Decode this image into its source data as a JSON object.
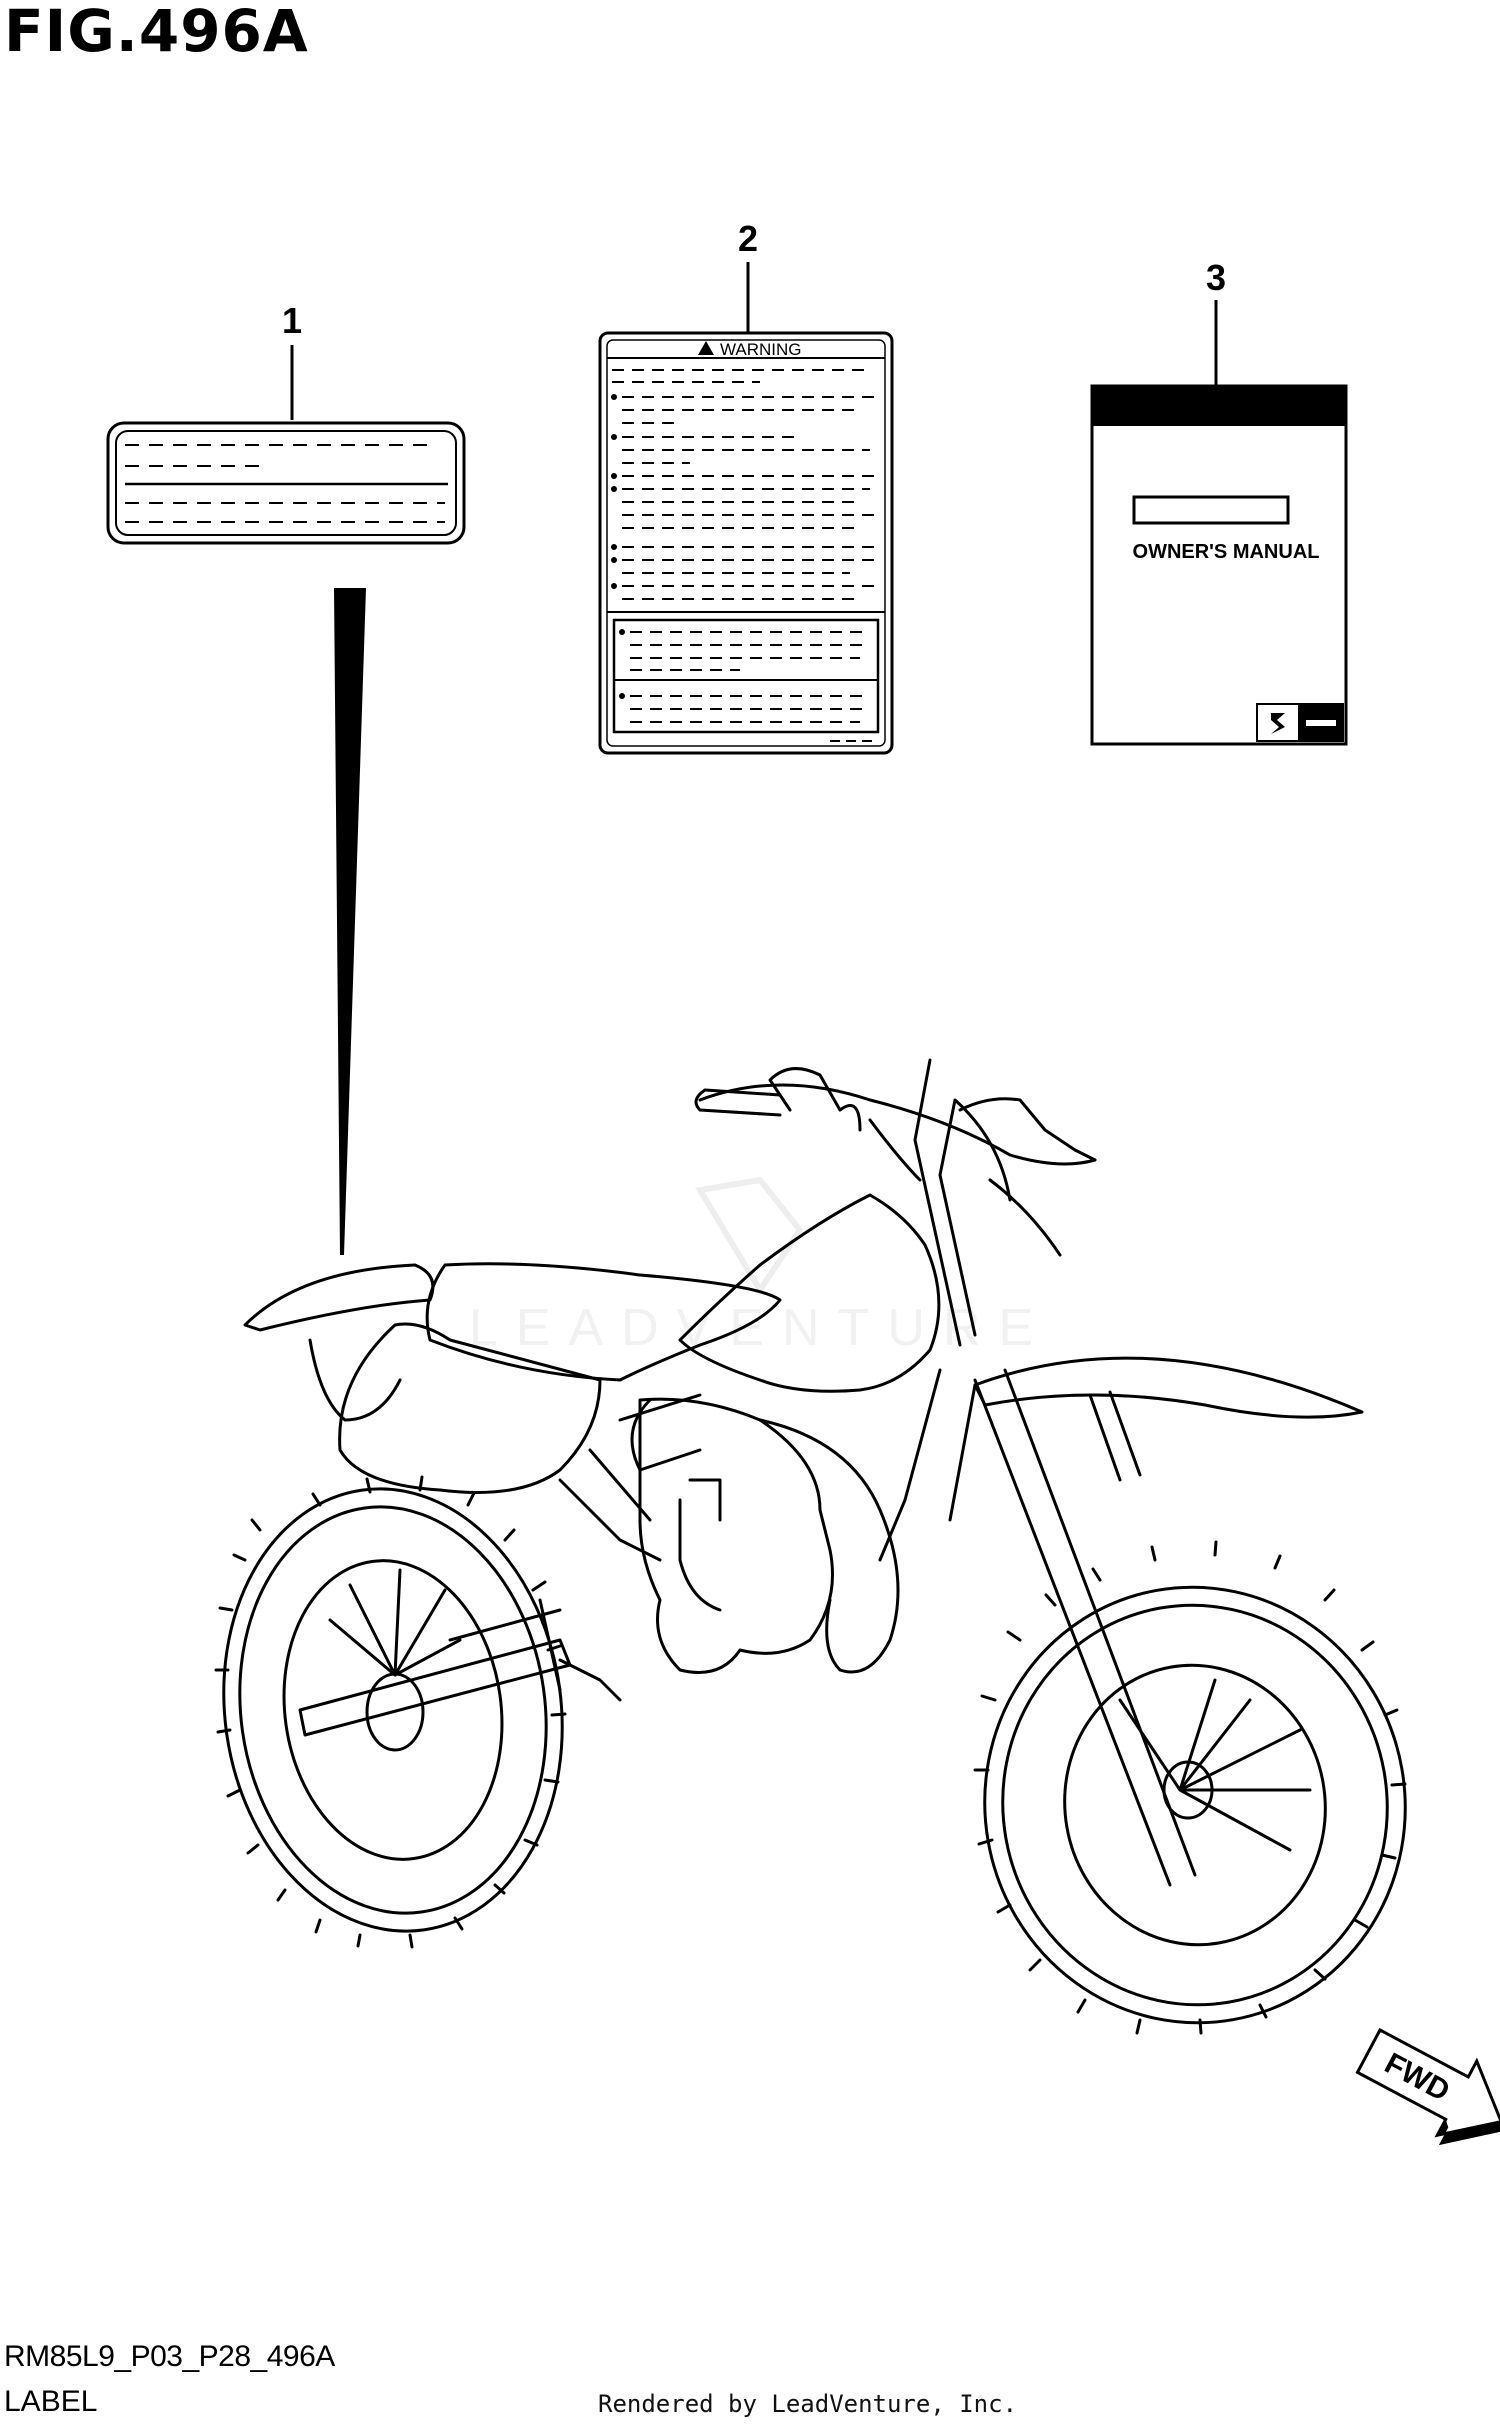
{
  "figure": {
    "title": "FIG.496A",
    "code": "RM85L9_P03_P28_496A",
    "section": "LABEL",
    "render_credit": "Rendered by LeadVenture, Inc.",
    "watermark": "LEADVENTURE"
  },
  "parts": [
    {
      "callout": "1"
    },
    {
      "callout": "2",
      "header": "WARNING"
    },
    {
      "callout": "3",
      "cover_text": "OWNER'S MANUAL"
    }
  ],
  "direction_arrow": {
    "text": "FWD"
  },
  "colors": {
    "line": "#000000",
    "background": "#ffffff",
    "watermark": "#e6e6e6"
  }
}
